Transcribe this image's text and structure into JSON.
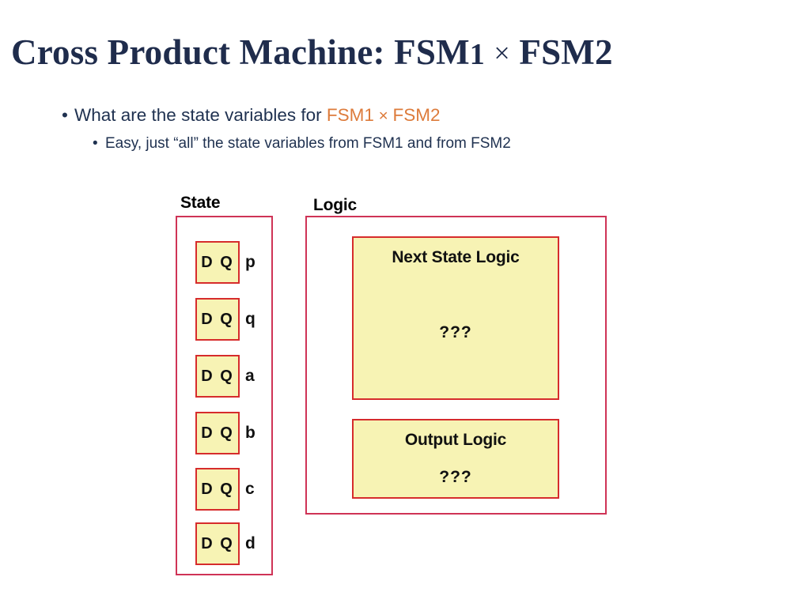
{
  "slide": {
    "title_main": "Cross Product Machine: FSM",
    "title_full": "Cross Product Machine: FSM1 × FSM2",
    "title_part1": "Cross Product Machine: FSM1",
    "title_times": "×",
    "title_part2": "FSM2"
  },
  "bullets": {
    "level1": {
      "marker": "•",
      "text_plain": "What are the state variables for ",
      "accent_part1": "FSM1",
      "accent_times": "×",
      "accent_part2": "FSM2"
    },
    "level2": {
      "marker": "•",
      "text": "Easy, just “all” the state variables from FSM1 and from FSM2"
    }
  },
  "diagram": {
    "state_group": {
      "label": "State",
      "flipflops": [
        {
          "body": "D Q",
          "signal": "p"
        },
        {
          "body": "D Q",
          "signal": "q"
        },
        {
          "body": "D Q",
          "signal": "a"
        },
        {
          "body": "D Q",
          "signal": "b"
        },
        {
          "body": "D Q",
          "signal": "c"
        },
        {
          "body": "D Q",
          "signal": "d"
        }
      ]
    },
    "logic_group": {
      "label": "Logic",
      "blocks": [
        {
          "title": "Next State Logic",
          "content": "???"
        },
        {
          "title": "Output Logic",
          "content": "???"
        }
      ]
    }
  },
  "colors": {
    "title_navy": "#1F2C4C",
    "body_navy": "#1F3150",
    "accent_orange": "#DD7B3B",
    "box_border_red": "#D62C2C",
    "outer_border_red": "#CF3356",
    "box_fill_yellow": "#F7F3B4",
    "background": "#FFFFFF"
  }
}
